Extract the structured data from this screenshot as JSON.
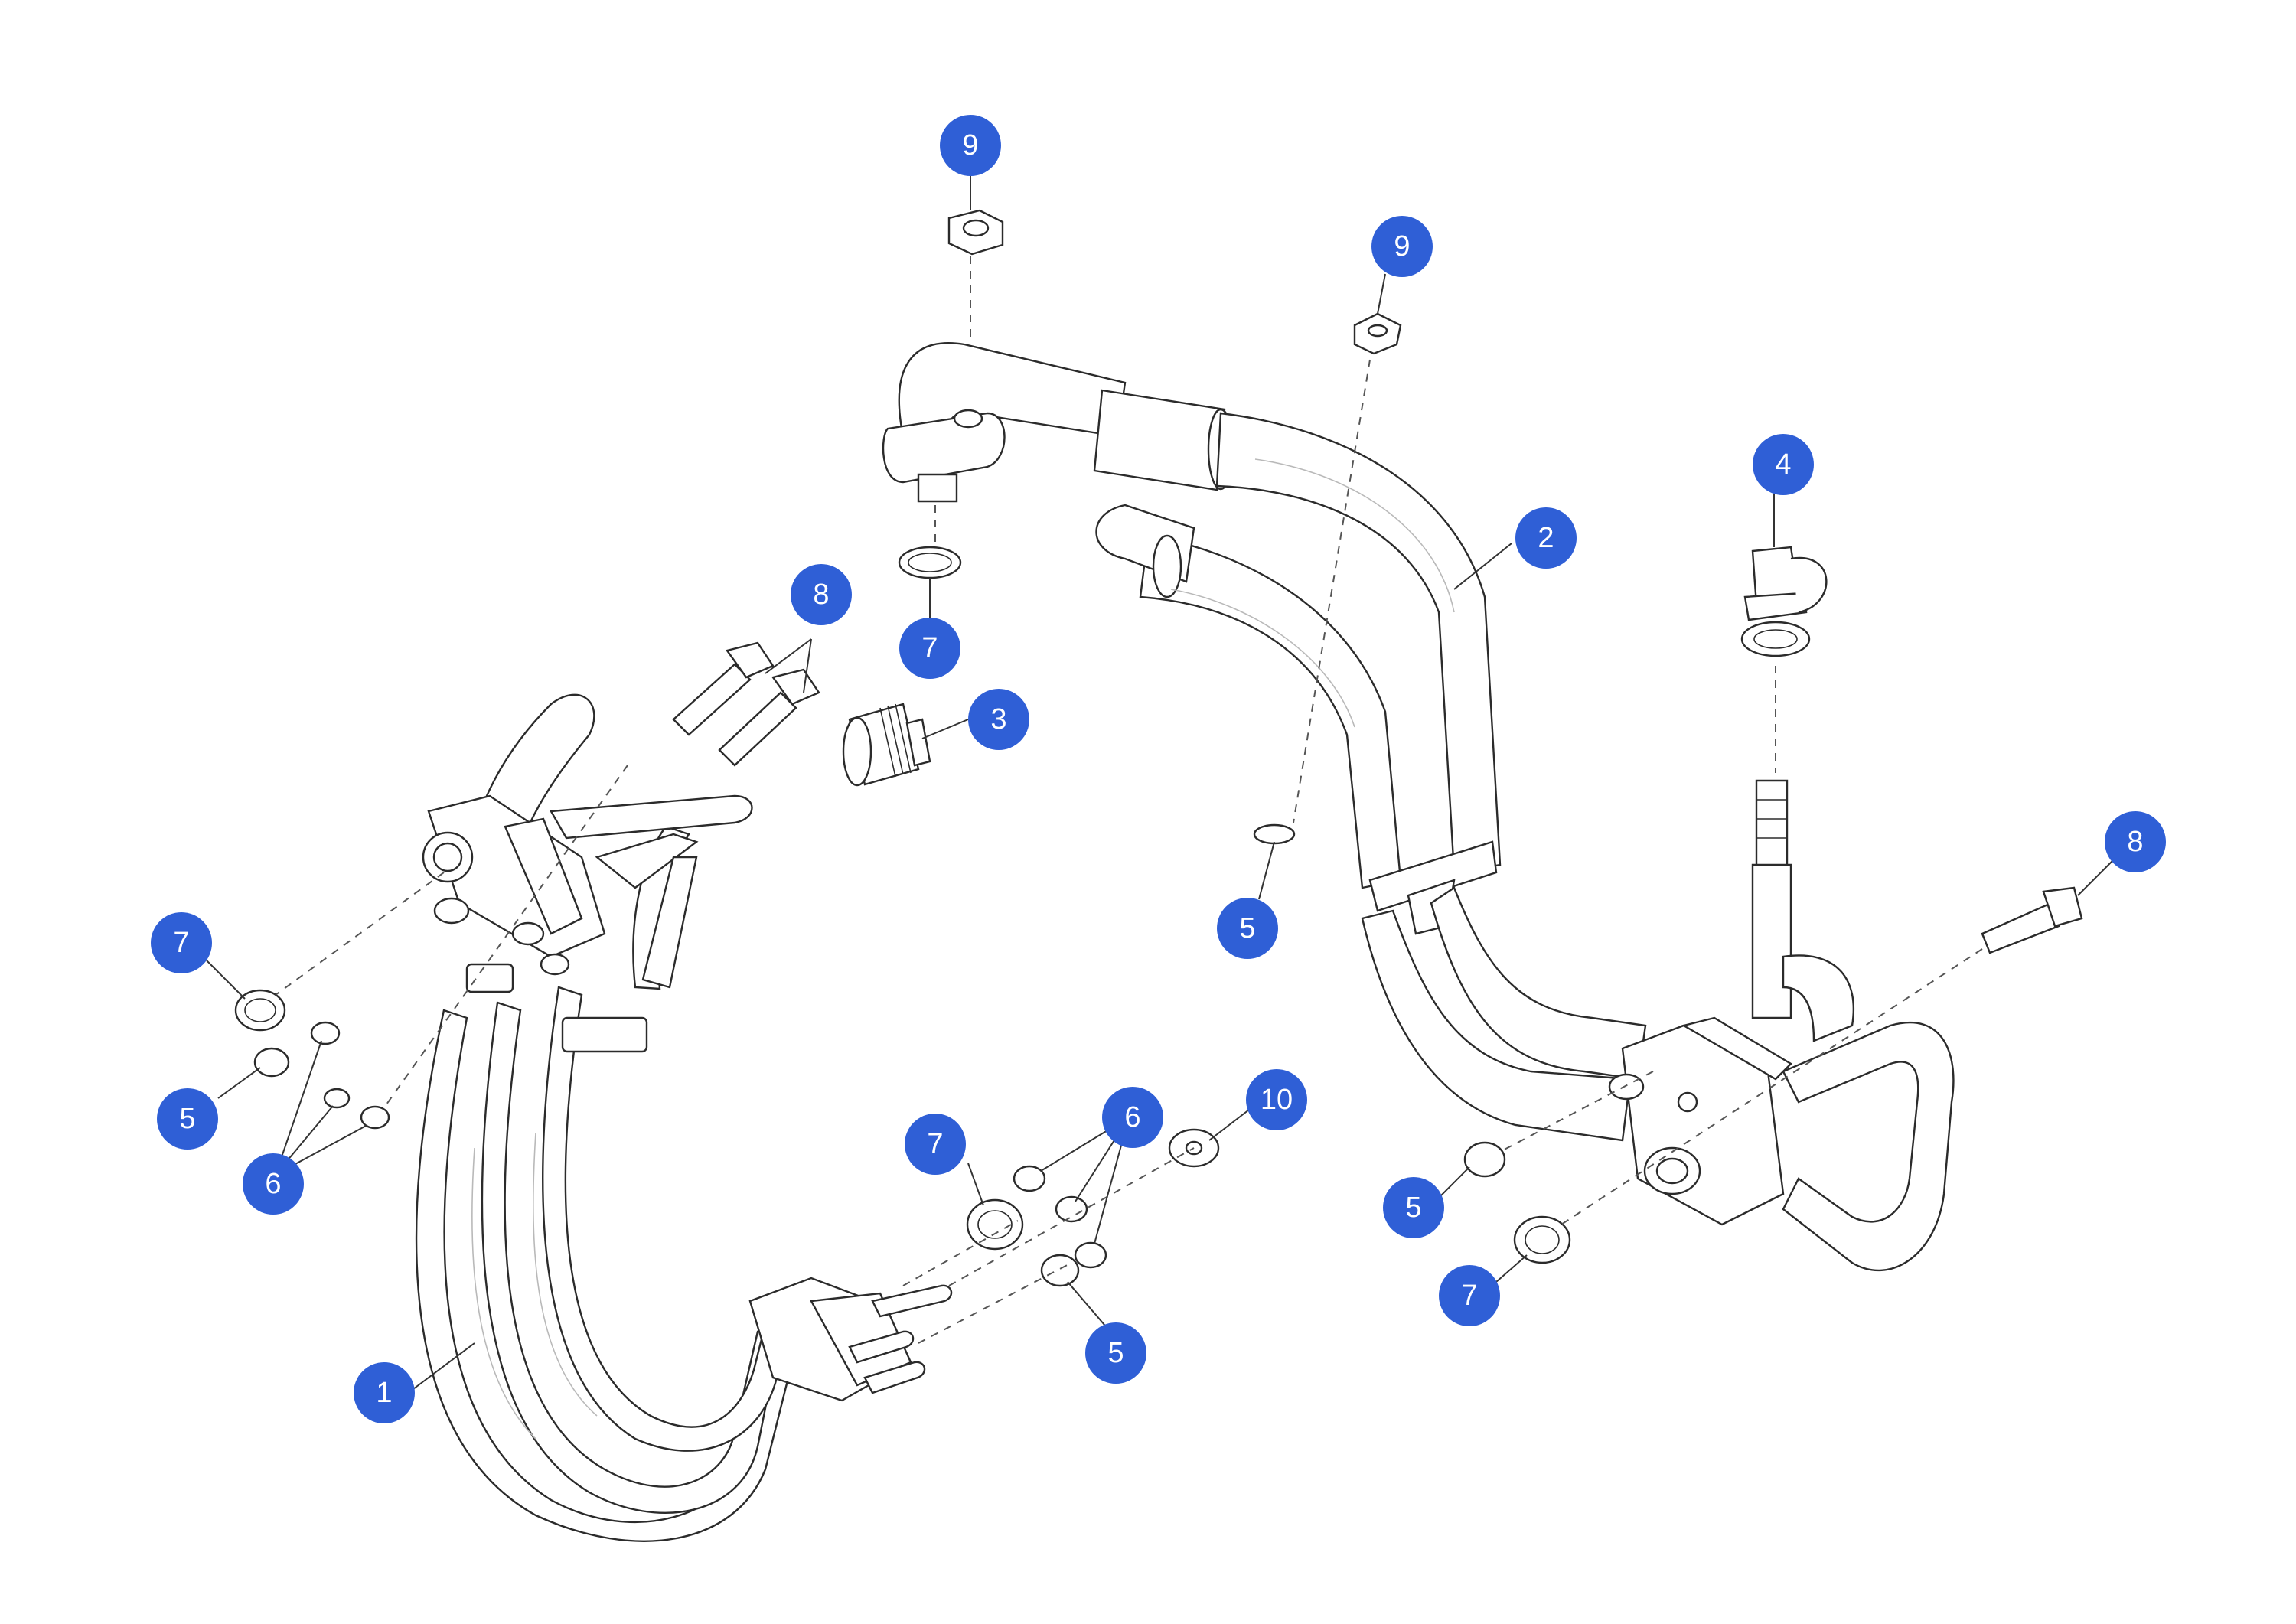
{
  "callouts": {
    "c1": "1",
    "c2": "2",
    "c3": "3",
    "c4": "4",
    "c5a": "5",
    "c5b": "5",
    "c5c": "5",
    "c5d": "5",
    "c6a": "6",
    "c6b": "6",
    "c7a": "7",
    "c7b": "7",
    "c7c": "7",
    "c7d": "7",
    "c8a": "8",
    "c8b": "8",
    "c9a": "9",
    "c9b": "9",
    "c10": "10"
  },
  "colors": {
    "callout_fill": "#2f5fd6",
    "callout_text": "#ffffff",
    "line_art": "#2b2b2b"
  }
}
